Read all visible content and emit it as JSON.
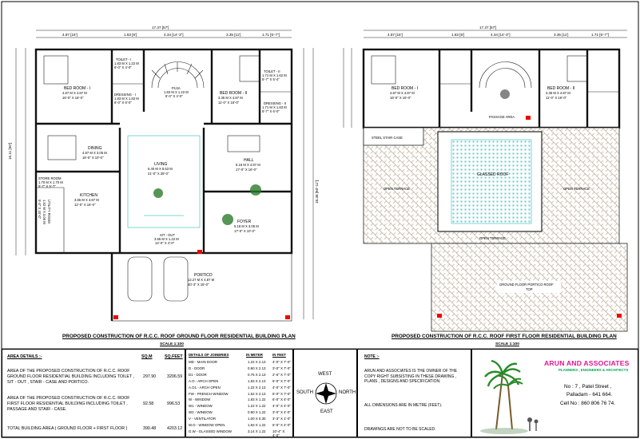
{
  "ground_plan": {
    "title": "PROPOSED CONSTRUCTION OF R.C.C. ROOF GROUND FLOOR RESIDENTIAL BUILDING PLAN",
    "scale": "SCALE 1:100",
    "overall_width": "17.37 [57']",
    "top_dims": [
      "4.87 [16']",
      "1.83 [6']",
      "4.34 [14'-3\"]",
      "3.35 [11']",
      "1.71 [5'-7\"]"
    ],
    "right_dim": "18.38 [60'-11\"]",
    "left_dim": "15.11 [50']",
    "rooms": {
      "bedroom1": [
        "BED ROOM - I",
        "4.87 M X 4.87 M",
        "16'-0\" X 16'-0\""
      ],
      "bedroom2": [
        "BED ROOM - II",
        "3.35 M X 4.87 M",
        "11'-0\" X 16'-0\""
      ],
      "toilet1": [
        "TOILET - I",
        "1.83 M X 1.22 M",
        "6'-0\" X 4'-0\""
      ],
      "toilet2": [
        "TOILET - II",
        "1.71 M X 1.62 M",
        "5'-7\" X 5'-4\""
      ],
      "dressing1": [
        "DRESSING - I",
        "1.83 M X 1.83 M",
        "6'-0\" X 6'-0\""
      ],
      "dressing2": [
        "DRESSING - II",
        "1.71 M X 1.83 M",
        "5'-7\" X 6'-0\""
      ],
      "puja": [
        "PUJA",
        "1.83 M X 1.22 M",
        "6'-0\" X 4'-0\""
      ],
      "dining": [
        "DINING",
        "4.87 M X 3.05 M",
        "16'-0\" X 10'-0\""
      ],
      "living": [
        "LIVING",
        "6.40 M X 8.53 M",
        "21'-0\" X 28'-0\""
      ],
      "hall": [
        "HALL",
        "5.18 M X 4.87 M",
        "17'-0\" X 16'-0\""
      ],
      "kitchen": [
        "KITCHEN",
        "3.65 M X 4.87 M",
        "12'-0\" X 16'-0\""
      ],
      "store": [
        "STORE ROOM",
        "1.70 M X 1.70 M",
        "5'-7\" X 5'-7\""
      ],
      "utility": [
        "UTILITY ROOM",
        "1.52 M X 3.05 M",
        "5'-0\" X 10'-0\""
      ],
      "foyer": [
        "FOYER",
        "5.18 M X 3.05 M",
        "17'-0\" X 10'-0\""
      ],
      "sitout": [
        "SIT - OUT",
        "3.65 M X 1.22 M",
        "12'-0\" X 4'-0\""
      ],
      "portico": [
        "PORTICO",
        "12.27 M X 4.87 M",
        "40'-3\" X 16'-0\""
      ]
    }
  },
  "first_plan": {
    "title": "PROPOSED CONSTRUCTION OF R.C.C. ROOF FIRST FLOOR RESIDENTIAL BUILDING PLAN",
    "scale": "SCALE 1:100",
    "overall_width": "17.37 [57']",
    "top_dims": [
      "4.87 [16']",
      "1.83 [6']",
      "4.34 [14'-3\"]",
      "3.35 [11']",
      "1.71 [5'-7\"]"
    ],
    "rooms": {
      "bedroom1": [
        "BED ROOM - I",
        "4.87 M X 4.87 M",
        "16'-0\" X 16'-0\""
      ],
      "bedroom2": [
        "BED ROOM - II",
        "3.35 M X 4.87 M",
        "11'-0\" X 16'-0\""
      ],
      "passage": "PASSAGE AREA",
      "stair": "STEEL STAIR CASE",
      "glassed": "GLASSED ROOF",
      "terrace_left": "OPEN TERRACE",
      "terrace_right": "OPEN TERRACE",
      "terrace_bottom": "OPEN TERRACE",
      "portico_roof": [
        "GROUND FLOOR PORTICO ROOF",
        "TOP"
      ]
    }
  },
  "area_details": {
    "header": "AREA DETAILS :-",
    "col_sqm": "SQ.M",
    "col_sqft": "SQ.FEET",
    "rows": [
      {
        "text": "AREA OF THE PROPOSED CONSTRUCTION OF R.C.C. ROOF GROUND FLOOR RESIDENTIAL BUILDING INCLUDING TOILET , SIT - OUT , STAIR - CASE AND PORTICO.",
        "sqm": "297.90",
        "sqft": "3206.59"
      },
      {
        "text": "AREA OF THE PROPOSED CONSTRUCTION OF R.C.C. ROOF FIRST FLOOR RESIDENTIAL BUILDING INCLUDING TOILET , PASSAGE AND STAIR - CASE.",
        "sqm": "92.58",
        "sqft": "996.53"
      }
    ],
    "total_text": "TOTAL BUILDING AREA ( GROUND FLOOR + FIRST FLOOR )",
    "total_sqm": "390.48",
    "total_sqft": "4203.12"
  },
  "joinery": {
    "header": "DETAILS OF JOINERIES",
    "col_m": "IN METER",
    "col_ft": "IN FEET",
    "rows": [
      {
        "code": "MD - MAIN DOOR",
        "m": "1.22 X 2.13",
        "ft": "4'-0\" X 7'-0\""
      },
      {
        "code": "D - DOOR",
        "m": "0.90 X 2.13",
        "ft": "3'-0\" X 7'-0\""
      },
      {
        "code": "D1 - DOOR",
        "m": "0.75 X 2.13",
        "ft": "2'-6\" X 7'-0\""
      },
      {
        "code": "A.O - ARCH OPEN",
        "m": "1.83 X 2.13",
        "ft": "6'-0\" X 7'-0\""
      },
      {
        "code": "A.O1 - ARCH OPEN",
        "m": "1.22 X 2.13",
        "ft": "4'-0\" X 7'-0\""
      },
      {
        "code": "FW - FRENCH WINDOW",
        "m": "1.52 X 2.13",
        "ft": "5'-0\" X 7'-0\""
      },
      {
        "code": "W - WINDOW",
        "m": "1.83 X 1.22",
        "ft": "6'-0\" X 4'-0\""
      },
      {
        "code": "W1 - WINDOW",
        "m": "1.22 X 1.22",
        "ft": "4'-0\" X 4'-0\""
      },
      {
        "code": "W2 - WINDOW",
        "m": "0.90 X 1.22",
        "ft": "3'-0\" X 4'-0\""
      },
      {
        "code": "V - VENTILATOR",
        "m": "1.00 X 0.30",
        "ft": "3'-3\" X 1'-0\""
      },
      {
        "code": "W.O - WINDOW OPEN",
        "m": "1.83 X 1.22",
        "ft": "6'-0\" X 4'-0\""
      },
      {
        "code": "G.W - GLASSED WINDOW",
        "m": "3.14 X 1.22",
        "ft": "10'-4\" X 4'-0\""
      }
    ]
  },
  "compass": {
    "north": "NORTH",
    "south": "SOUTH",
    "east": "EAST",
    "west": "WEST"
  },
  "note": {
    "header": "NOTE :-",
    "lines": [
      "ARUN AND ASSOCIATES IS THE OWNER OF THE COPY RIGHT SUBSISTING IN THESE DRAWING , PLANS , DESIGNS AND SPECIFICATION.",
      "ALL DIMENSIONS ARE IN METRE (FEET).",
      "DRAWINGS ARE NOT TO BE SCALED."
    ]
  },
  "firm": {
    "name": "ARUN AND ASSOCIATES",
    "tagline": "PLANNERS , ENGINEERS & ARCHITECTS",
    "address1": "No : 7 , Patel Street ,",
    "address2": "Palladam - 641 664.",
    "phone": "Cell No : 860 806 76 74.",
    "color": "#e0168c",
    "tag_color": "#00a651"
  }
}
